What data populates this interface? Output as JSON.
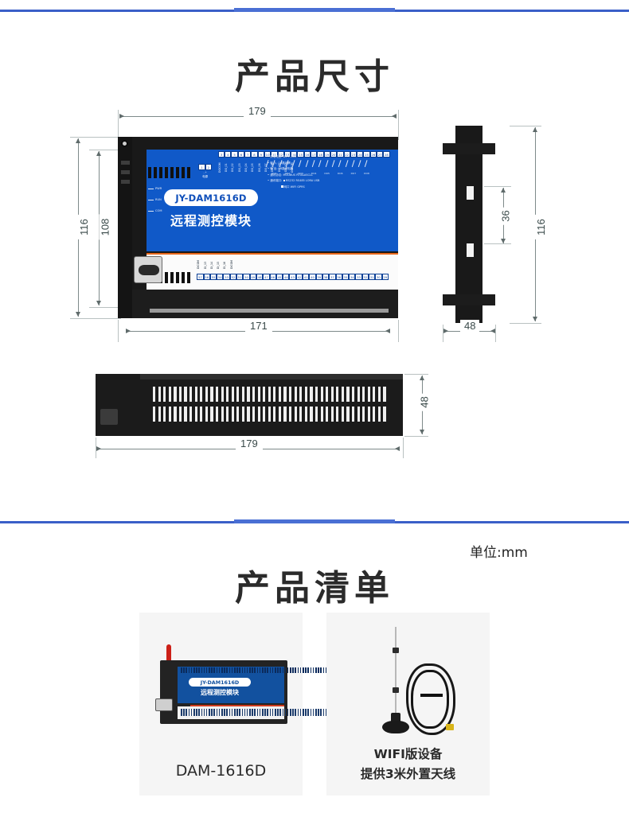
{
  "sections": [
    {
      "id": "dimensions",
      "title": "产品尺寸"
    },
    {
      "id": "packing_list",
      "title": "产品清单"
    }
  ],
  "dimension_drawing": {
    "unit_label": "单位:mm",
    "front_view": {
      "width_outer": "179",
      "width_inner": "171",
      "height_outer": "116",
      "height_inner": "108"
    },
    "side_view": {
      "height_outer": "116",
      "slot_spacing": "36",
      "depth": "48"
    },
    "bottom_view": {
      "length": "179",
      "height": "48"
    }
  },
  "device": {
    "model_badge": "JY-DAM1616D",
    "model_cn": "远程测控模块",
    "leds": [
      "PWR",
      "RUN",
      "COM"
    ],
    "specs": [
      {
        "label": "供电电压",
        "value": "DC 7-30V"
      },
      {
        "label": "输      入",
        "value": "16路光耦"
      },
      {
        "label": "输      出",
        "value": "16路继电器"
      },
      {
        "label": "通讯协议",
        "value": "MODBUS  RTU&ASCLL"
      },
      {
        "label": "通讯端口",
        "value": "RS232  RS485  LORA  USB"
      },
      {
        "label": "",
        "value": "网口  WIFI  GPRS"
      }
    ],
    "power_terminal": {
      "numbers": [
        "1",
        "2"
      ],
      "label": "电源",
      "polarity": [
        "-",
        "+"
      ]
    },
    "top_terminals": {
      "numbers": [
        "3",
        "4",
        "5",
        "6",
        "7",
        "8",
        "9",
        "10",
        "11",
        "12",
        "13",
        "14",
        "15",
        "16",
        "17",
        "18",
        "19",
        "20",
        "21",
        "22",
        "23",
        "24",
        "25",
        "26",
        "27",
        "28"
      ],
      "labels": [
        "DOCOM",
        "DO_01",
        "DO_02",
        "DO_03",
        "DO_04",
        "DO_05",
        "DO_06",
        "DO_07",
        "DO_08",
        "DO_09",
        "DO_10",
        "DO_11",
        "DO_12",
        "DOCOM",
        "",
        "",
        "",
        "",
        "",
        "",
        "",
        "",
        "",
        "",
        "",
        ""
      ],
      "relay_groups": [
        "DO1",
        "DO2",
        "DO3",
        "DO4",
        "DO5",
        "DO6",
        "DO7",
        "DO8"
      ]
    },
    "bottom_terminals": {
      "numbers": [
        "57",
        "56",
        "55",
        "54",
        "53",
        "52",
        "51",
        "50",
        "49",
        "48",
        "47",
        "46",
        "45",
        "44",
        "43",
        "42",
        "41",
        "40",
        "39",
        "38",
        "37",
        "36",
        "35",
        "34",
        "33",
        "32",
        "31",
        "30",
        "29"
      ],
      "labels": [
        "DICOM",
        "DI_13",
        "DI_14",
        "DI_15",
        "DI_16",
        "DI_01",
        "DI_02",
        "DI_03",
        "DI_04",
        "DI_05",
        "DI_06",
        "DI_07",
        "DI_08",
        "DI_09",
        "DI_10",
        "DI_11",
        "DI_12",
        "DICOM",
        "",
        "",
        "",
        "",
        "",
        "",
        "",
        "",
        "",
        "",
        ""
      ],
      "di_labels": [
        "DI9",
        "DI10",
        "DI11",
        "DI12",
        "DI13",
        "DI14",
        "DI15",
        "DI16"
      ]
    },
    "connector": "DB9"
  },
  "packing_items": [
    {
      "name": "DAM-1616D",
      "caption_lines": [
        "DAM-1616D"
      ],
      "type": "device"
    },
    {
      "name": "wifi-antenna",
      "caption_lines": [
        "WIFI版设备",
        "提供3米外置天线"
      ],
      "type": "antenna"
    }
  ],
  "colors": {
    "rule": "#3a5fc8",
    "accent": "#4a6fd4",
    "panel_blue": "#1059c8",
    "badge_blue": "#0f4fba",
    "orange": "#e8661a",
    "card_bg": "#f5f5f5",
    "title": "#2b2b2b"
  }
}
